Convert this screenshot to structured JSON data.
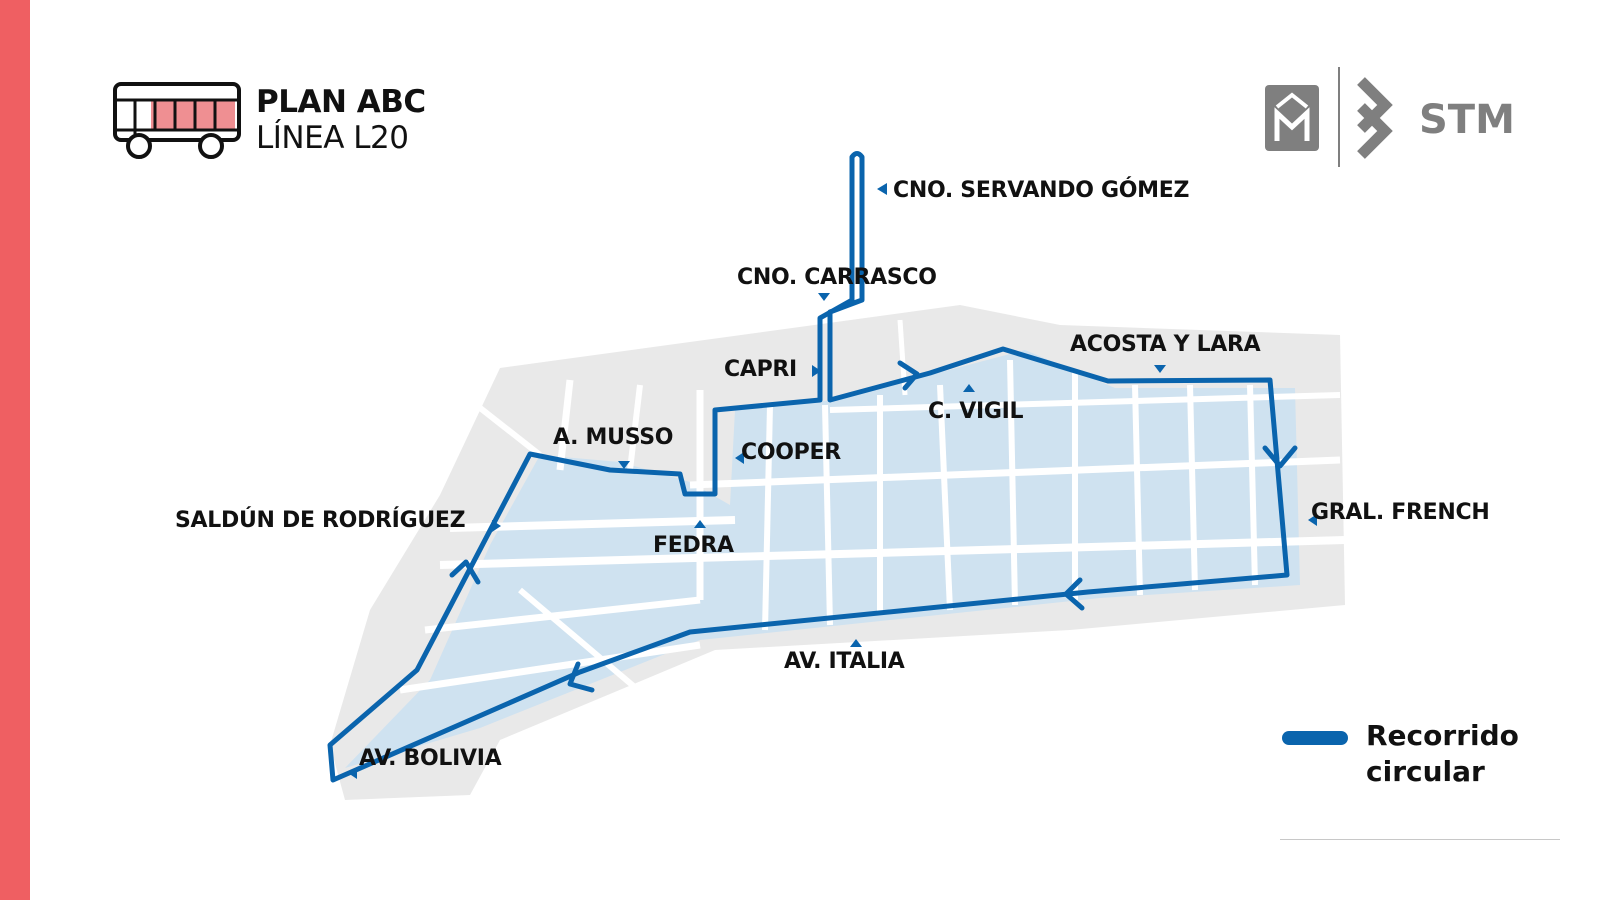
{
  "header": {
    "title": "PLAN ABC",
    "line": "LÍNEA L20"
  },
  "logos": {
    "brand": "STM"
  },
  "map": {
    "stops": {
      "cno_servando_gomez": "CNO. SERVANDO GÓMEZ",
      "cno_carrasco": "CNO. CARRASCO",
      "capri": "CAPRI",
      "acosta_y_lara": "ACOSTA Y LARA",
      "c_vigil": "C. VIGIL",
      "a_musso": "A. MUSSO",
      "cooper": "COOPER",
      "saldun_de_rodriguez": "SALDÚN DE RODRÍGUEZ",
      "fedra": "FEDRA",
      "gral_french": "GRAL. FRENCH",
      "av_italia": "AV. ITALIA",
      "av_bolivia": "AV. BOLIVIA"
    },
    "route_color": "#0a64ad",
    "area_color": "#cfe2f0",
    "block_color": "#e9e9e9"
  },
  "legend": {
    "label": "Recorrido circular"
  },
  "colors": {
    "accent_stripe": "#ef5f62",
    "bus_highlight": "#ef8f92",
    "logo_grey": "#7f7f7f"
  }
}
